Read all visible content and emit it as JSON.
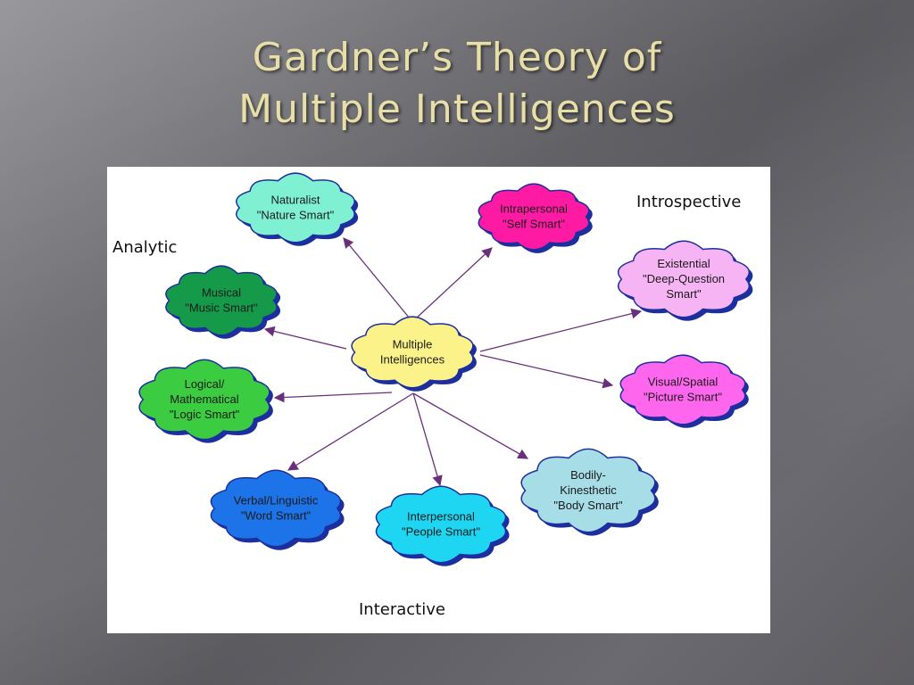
{
  "slide": {
    "title_line1": "Gardner’s Theory of",
    "title_line2": "Multiple Intelligences"
  },
  "diagram": {
    "center": {
      "lines": [
        "Multiple",
        "Intelligences"
      ],
      "color": "#fbf38a"
    },
    "labels": {
      "analytic": "Analytic",
      "introspective": "Introspective",
      "interactive": "Interactive"
    },
    "nodes": [
      {
        "id": "naturalist",
        "lines": [
          "Naturalist",
          "\"Nature Smart\""
        ],
        "color": "#7ff0d2"
      },
      {
        "id": "intrapersonal",
        "lines": [
          "Intrapersonal",
          "\"Self Smart\""
        ],
        "color": "#ff1aa4"
      },
      {
        "id": "existential",
        "lines": [
          "Existential",
          "\"Deep-Question",
          "Smart\""
        ],
        "color": "#f7b4f4"
      },
      {
        "id": "visual-spatial",
        "lines": [
          "Visual/Spatial",
          "\"Picture Smart\""
        ],
        "color": "#ff66ee"
      },
      {
        "id": "bodily-kinesthetic",
        "lines": [
          "Bodily-",
          "Kinesthetic",
          "\"Body Smart\""
        ],
        "color": "#a6dde6"
      },
      {
        "id": "interpersonal",
        "lines": [
          "Interpersonal",
          "\"People Smart\""
        ],
        "color": "#1fd6f2"
      },
      {
        "id": "verbal-linguistic",
        "lines": [
          "Verbal/Linguistic",
          "\"Word Smart\""
        ],
        "color": "#1d73e8"
      },
      {
        "id": "logical-mathematical",
        "lines": [
          "Logical/",
          "Mathematical",
          "\"Logic Smart\""
        ],
        "color": "#3ccc42"
      },
      {
        "id": "musical",
        "lines": [
          "Musical",
          "\"Music Smart\""
        ],
        "color": "#159a4a"
      }
    ],
    "arrow_color": "#6a2f7a",
    "outline_color": "#1d2f9e"
  }
}
